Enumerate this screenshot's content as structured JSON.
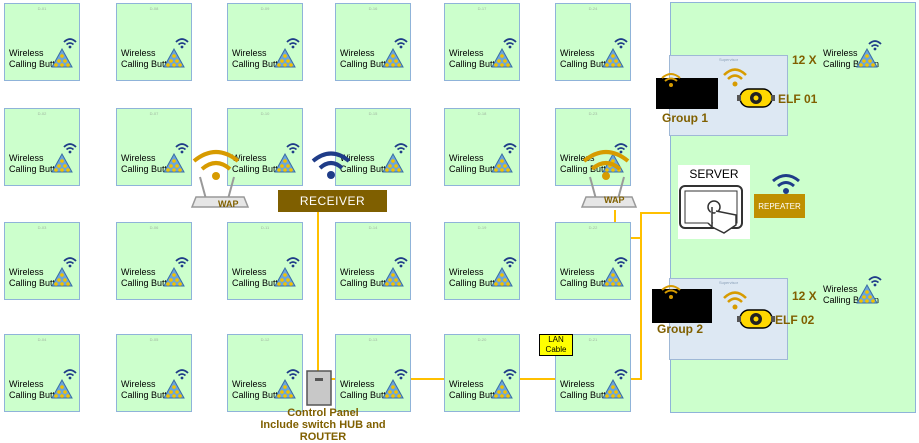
{
  "colors": {
    "room_fill": "#ccffcc",
    "group_fill": "#dde8f3",
    "receiver": "#7f5f00",
    "repeater": "#bf9000",
    "cable": "#ffc000",
    "wifi_blue": "#1f3c88",
    "wifi_gold": "#d79b00"
  },
  "rooms": [
    {
      "id": "D-01",
      "label": "Wireless\nCalling Button"
    },
    {
      "id": "D-08",
      "label": "Wireless\nCalling Button"
    },
    {
      "id": "D-09",
      "label": "Wireless\nCalling Button"
    },
    {
      "id": "D-16",
      "label": "Wireless\nCalling Button"
    },
    {
      "id": "D-17",
      "label": "Wireless\nCalling Button"
    },
    {
      "id": "D-24",
      "label": "Wireless\nCalling Button"
    },
    {
      "id": "D-02",
      "label": "Wireless\nCalling Button"
    },
    {
      "id": "D-07",
      "label": "Wireless\nCalling Button"
    },
    {
      "id": "D-10",
      "label": "Wireless\nCalling Button"
    },
    {
      "id": "D-15",
      "label": "Wireless\nCalling Button"
    },
    {
      "id": "D-18",
      "label": "Wireless\nCalling Button"
    },
    {
      "id": "D-23",
      "label": "Wireless\nCalling Button"
    },
    {
      "id": "D-03",
      "label": "Wireless\nCalling Button"
    },
    {
      "id": "D-06",
      "label": "Wireless\nCalling Button"
    },
    {
      "id": "D-11",
      "label": "Wireless\nCalling Button"
    },
    {
      "id": "D-14",
      "label": "Wireless\nCalling Button"
    },
    {
      "id": "D-19",
      "label": "Wireless\nCalling Button"
    },
    {
      "id": "D-22",
      "label": "Wireless\nCalling Button"
    },
    {
      "id": "D-04",
      "label": "Wireless\nCalling Button"
    },
    {
      "id": "D-05",
      "label": "Wireless\nCalling Button"
    },
    {
      "id": "D-12",
      "label": "Wireless\nCalling Button"
    },
    {
      "id": "D-13",
      "label": "Wireless\nCalling Button"
    },
    {
      "id": "D-20",
      "label": "Wireless\nCalling Button"
    },
    {
      "id": "D-21",
      "label": "Wireless\nCalling Button"
    }
  ],
  "big_room": {
    "top_label": "Wireless\nCalling Button",
    "bottom_label": "Wireless\nCalling Button",
    "top_count": "12 X",
    "bottom_count": "12 X"
  },
  "groups": [
    {
      "caption": "Supervisor",
      "label": "Group 1",
      "elf": "ELF 01"
    },
    {
      "caption": "Supervisor",
      "label": "Group 2",
      "elf": "ELF 02"
    }
  ],
  "receiver_label": "RECEIVER",
  "repeater_label": "REPEATER",
  "server_label": "SERVER",
  "wap_labels": [
    "WAP",
    "WAP"
  ],
  "lan_label": "LAN\nCable",
  "control_panel_label": "Control Panel\nInclude switch HUB and ROUTER"
}
